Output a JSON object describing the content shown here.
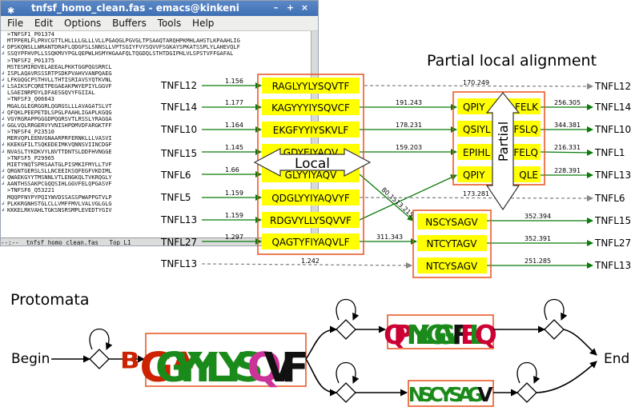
{
  "emacs": {
    "title": "tnfsf_homo_clean.fas - emacs@kinkeni",
    "menu": [
      "File",
      "Edit",
      "Options",
      "Buffers",
      "Tools",
      "Help"
    ],
    "lines": [
      {
        "glyph": "",
        "text": ">TNFSF1_P01374"
      },
      {
        "glyph": "",
        "text": "MTPPERLFLPRVCGTTLHLLLLGLLLVLLPGAQGLPGVGLTPSAAQTARQHPKMHLAHSTLKPAAHLIG"
      },
      {
        "glyph": "↲",
        "text": "DPSKQNSLLWRANTDRAFLQDGFSLSNNSLLVPTSGIYFVYSQVVFSGKAYSPKATSSPLYLAHEVQLF"
      },
      {
        "glyph": "↲",
        "text": "SSQYPFHVPLLSSQKMVYPGLQEPWLHSMYHGAAFQLTQGDQLSTHTDGIPHLVLSPSTVFFGAFAL"
      },
      {
        "glyph": "",
        "text": ">TNFSF2_P01375"
      },
      {
        "glyph": "",
        "text": "MSTESMIRDVELAEEALPKKTGGPQGSRRCL"
      },
      {
        "glyph": "↲",
        "text": "ISPLAQAVRSSSRTPSDKPVAHVVANPQAEG"
      },
      {
        "glyph": "↲",
        "text": "LFKGQGCPSTHVLLTHTISRIAVSYQTKVNL"
      },
      {
        "glyph": "↲",
        "text": "LSAIKSPCQRETPEGAEAKPWYEPIYLGGVF"
      },
      {
        "glyph": "",
        "text": "LSAEINRPDYLDFAESGQVYFGIIAL"
      },
      {
        "glyph": "",
        "text": ">TNFSF3_Q06643"
      },
      {
        "glyph": "",
        "text": "MGALGLEGRGGRLQGRGSLLLAVAGATSLVT"
      },
      {
        "glyph": "↲",
        "text": "QFQKLPEEPETDLSPGLPAAHLIGAPLKGQG"
      },
      {
        "glyph": "↲",
        "text": "VGYRGRAPPGGGDPQGRSVTLRSSLYRAGGA"
      },
      {
        "glyph": "↲",
        "text": "GGLVQLRRGERVYVNISHPDMVDFARGKTFF"
      },
      {
        "glyph": "",
        "text": ">TNFSF4_P23510"
      },
      {
        "glyph": "",
        "text": "MERVQPLEENVGNAARPRFERNKLLLVASVI"
      },
      {
        "glyph": "↲",
        "text": "KKEKGFILTSQKEDEIMKVQNNSVIINCDGF"
      },
      {
        "glyph": "↲",
        "text": "NVASLTYKDKVYLNVTTDNTSLDDFHVNGGE"
      },
      {
        "glyph": "",
        "text": ">TNFSF5_P29965"
      },
      {
        "glyph": "",
        "text": "MIETYNQTSPRSAATGLPISMKIFMYLLTVF"
      },
      {
        "glyph": "↲",
        "text": "QRGNTGERSLSLLNCEEIKSQFEGFVKDIML"
      },
      {
        "glyph": "↲",
        "text": "QWAEKGYYTMSNNLVTLENGKQLTVKRQGLY"
      },
      {
        "glyph": "↲",
        "text": "AANTHSSAKPCGQQSIHLGGVFELQPGASVF"
      },
      {
        "glyph": "",
        "text": ">TNFSF6_Q53221"
      },
      {
        "glyph": "",
        "text": "MQQPFNYPYPQIYWVDSSASSPWAPPGTVLP"
      },
      {
        "glyph": "↲",
        "text": "PLKKRGNHSTGLCLLVMFFMVLVALVGLGLG"
      },
      {
        "glyph": "↲",
        "text": "KKKELRKVAHLTGKSNSRSMPLEVEDTYGIV"
      }
    ],
    "modeline": "--:--  tnfsf_homo_clean.fas   Top L1"
  },
  "partial_title": "Partial local alignment",
  "local_label": "Local",
  "partial_label": "Partial",
  "protomata_title": "Protomata",
  "begin_label": "Begin",
  "end_label": "End",
  "left_labels": [
    "TNFL12",
    "TNFL14",
    "TNFL10",
    "TNFL15",
    "TNFL6",
    "TNFL5",
    "TNFL13",
    "TNFL27",
    "TNFL13"
  ],
  "block1": [
    "RAGLYYLYSQVTF",
    "KAGYYYIYSQVCF",
    "EKGFYYIYSKVLF",
    "GDYEIYAQV",
    "GLYYIYAQV",
    "QDGLYYIYAQVYF",
    "RDGVYLLYSQVVF",
    "QAGTYFIYAQVLF"
  ],
  "block1_hidden": [
    "",
    "",
    "",
    "",
    "",
    "",
    "",
    ""
  ],
  "block2": [
    "QPIYLGGVFELK",
    "QSIYLGGVFSLQ",
    "EPIHLGGVFELQ",
    "QPIYLGGVFQLE"
  ],
  "block2_visible": [
    "QPIY",
    "QSIYL",
    "EPIHL",
    "QPIY"
  ],
  "block2_tail": [
    "FELK",
    "FSLQ",
    "FELQ",
    "QLE"
  ],
  "block3": [
    "NSCYSAGV",
    "NTCYTAGV",
    "NTCYSAGV"
  ],
  "right_labels": [
    "TNFL12",
    "TNFL14",
    "TNFL10",
    "TNFL1",
    "TNFL13",
    "TNFL6",
    "TNFL15",
    "TNFL27",
    "TNFL13"
  ],
  "edge_labels": {
    "in": [
      "1.156",
      "1.177",
      "1.164",
      "1.145",
      "1.66",
      "1.159",
      "1.159",
      "1.297"
    ],
    "mid_top": "170.249",
    "mid_a": "191.243",
    "mid_b": "178.231",
    "mid_c": "159.203",
    "mid_d": "80.1513.215",
    "mid_e": "173.281",
    "mid_f": "311.343",
    "bottom": "1.242",
    "out_b2": [
      "256.305",
      "344.381",
      "216.331",
      "228.391"
    ],
    "out_b3": [
      "352.394",
      "352.391",
      "251.285"
    ]
  },
  "logo1": [
    "ᴮGᴬ",
    "G",
    "Y",
    "Y",
    "L",
    "Y",
    "S",
    "Q",
    "V",
    "F"
  ],
  "logo2": [
    "Q",
    "P",
    "I",
    "Y",
    "L",
    "G",
    "G",
    "V",
    "F",
    "E",
    "L",
    "Q"
  ],
  "logo3": [
    "N",
    "S",
    "C",
    "Y",
    "S",
    "A",
    "G",
    "V"
  ],
  "colors": {
    "box_fill": "#ffff00",
    "box_border": "#e8501a",
    "edge": "#0a7a0a",
    "dashed": "#888888"
  }
}
